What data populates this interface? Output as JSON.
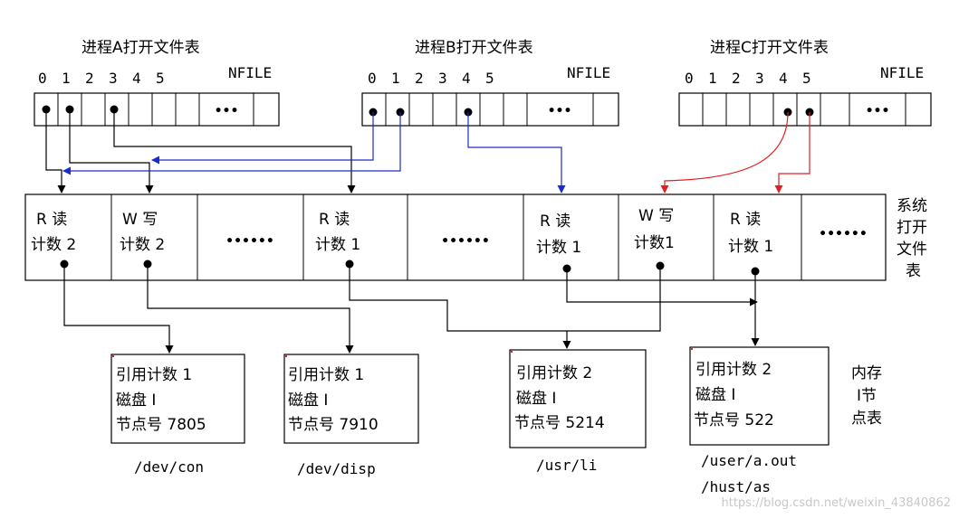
{
  "processes": [
    {
      "title": "进程A打开文件表",
      "indices": [
        "0",
        "1",
        "2",
        "3",
        "4",
        "5"
      ],
      "end_label": "NFILE",
      "ellipsis": "•••"
    },
    {
      "title": "进程B打开文件表",
      "indices": [
        "0",
        "1",
        "2",
        "3",
        "4",
        "5"
      ],
      "end_label": "NFILE",
      "ellipsis": "•••"
    },
    {
      "title": "进程C打开文件表",
      "indices": [
        "0",
        "1",
        "2",
        "3",
        "4",
        "5"
      ],
      "end_label": "NFILE",
      "ellipsis": "•••"
    }
  ],
  "system_table": {
    "label": [
      "系统",
      "打开",
      "文件",
      "表"
    ],
    "entries": [
      {
        "mode": "R  读",
        "count": "计数 2"
      },
      {
        "mode": "W  写",
        "count": "计数 2"
      },
      {
        "ellipsis": "••••••"
      },
      {
        "mode": "R  读",
        "count": "计数 1"
      },
      {
        "ellipsis": "••••••"
      },
      {
        "mode": "R  读",
        "count": "计数 1"
      },
      {
        "mode": "W  写",
        "count": "计数1"
      },
      {
        "mode": "R  读",
        "count": "计数 1"
      },
      {
        "ellipsis": "••••••"
      }
    ]
  },
  "inodes": [
    {
      "ref": "引用计数  1",
      "disk": "磁盘 I",
      "node": "节点号  7805",
      "path": [
        "/dev/con"
      ]
    },
    {
      "ref": "引用计数  1",
      "disk": "磁盘 I",
      "node": "节点号  7910",
      "path": [
        "/dev/disp"
      ]
    },
    {
      "ref": "引用计数 2",
      "disk": "磁盘 I",
      "node": "节点号  5214",
      "path": [
        "/usr/li"
      ]
    },
    {
      "ref": "引用计数  2",
      "disk": "磁盘 I",
      "node": "节点号   522",
      "path": [
        "/user/a.out",
        "/hust/as"
      ]
    }
  ],
  "memory_label": [
    "内存",
    "I节",
    "点表"
  ],
  "watermark": "https://blog.csdn.net/weixin_43840862",
  "colors": {
    "black": "#000000",
    "blue": "#1a2cc8",
    "red": "#e02020"
  }
}
